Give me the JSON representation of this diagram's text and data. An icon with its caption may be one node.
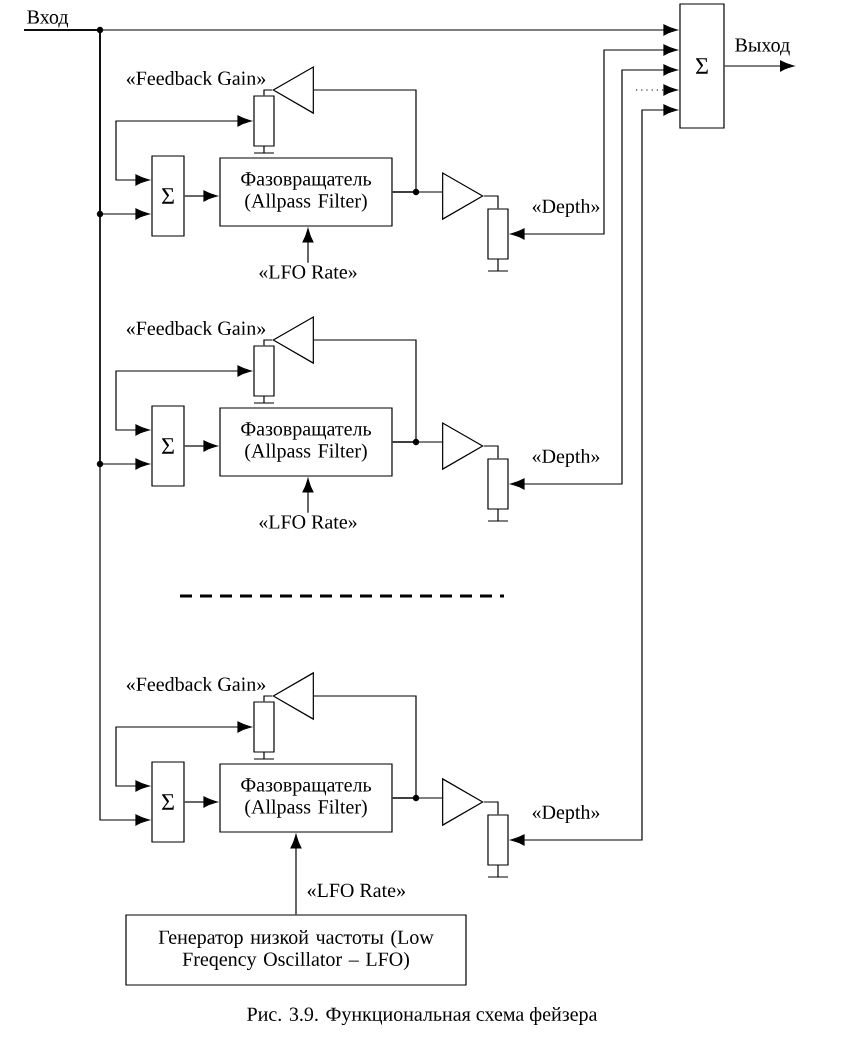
{
  "diagram": {
    "caption": "Рис. 3.9. Функциональная схема фейзера",
    "nodes": [
      {
        "text": [
          "Вход"
        ]
      },
      {
        "text": [
          "Σ"
        ]
      },
      {
        "text": [
          "Выход"
        ]
      },
      {
        "text": [],
        "shape": "triangle"
      },
      {
        "text": [],
        "shape": "box"
      },
      {
        "text": [
          "Σ"
        ]
      },
      {
        "text": [
          "Фазовращатель (Allpass Filter)"
        ]
      },
      {
        "text": [],
        "shape": "triangle"
      },
      {
        "text": [],
        "shape": "box"
      },
      {
        "text": [
          "«LFO Rate»"
        ]
      },
      {
        "text": [],
        "shape": "triangle"
      },
      {
        "text": [],
        "shape": "box"
      },
      {
        "text": [
          "Σ"
        ]
      },
      {
        "text": [
          "Фазовращатель (Allpass Filter)"
        ]
      },
      {
        "text": [],
        "shape": "triangle"
      },
      {
        "text": [],
        "shape": "box"
      },
      {
        "text": [
          "«LFO Rate»"
        ]
      },
      {
        "text": [],
        "shape": "triangle"
      },
      {
        "text": [],
        "shape": "box"
      },
      {
        "text": [
          "Σ"
        ]
      },
      {
        "text": [
          "Фазовращатель (Allpass Filter)"
        ]
      },
      {
        "text": [],
        "shape": "triangle"
      },
      {
        "text": [],
        "shape": "box"
      },
      {
        "text": [
          "Генератор низкой частоты (Low Freqency Oscillator – LFO)"
        ]
      }
    ],
    "edges": [
      {
        "from": 0,
        "to": 1,
        "arrow": "to"
      },
      {
        "from": 0,
        "to": 5,
        "arrow": "to"
      },
      {
        "from": 5,
        "to": 6,
        "arrow": "to"
      },
      {
        "from": 6,
        "to": 3,
        "arrow": "none"
      },
      {
        "from": 3,
        "to": 4,
        "arrow": "none"
      },
      {
        "from": 4,
        "to": 5,
        "arrow": "both"
      },
      {
        "from": 6,
        "to": 7,
        "arrow": "none"
      },
      {
        "from": 7,
        "to": 8,
        "arrow": "none"
      },
      {
        "from": 8,
        "to": 1,
        "arrow": "both"
      },
      {
        "from": 9,
        "to": 6,
        "arrow": "to"
      },
      {
        "from": 0,
        "to": 12,
        "arrow": "to"
      },
      {
        "from": 12,
        "to": 13,
        "arrow": "to"
      },
      {
        "from": 13,
        "to": 10,
        "arrow": "none"
      },
      {
        "from": 10,
        "to": 11,
        "arrow": "none"
      },
      {
        "from": 11,
        "to": 12,
        "arrow": "both"
      },
      {
        "from": 13,
        "to": 14,
        "arrow": "none"
      },
      {
        "from": 14,
        "to": 15,
        "arrow": "none"
      },
      {
        "from": 15,
        "to": 1,
        "arrow": "both"
      },
      {
        "from": 16,
        "to": 13,
        "arrow": "to"
      },
      {
        "from": 0,
        "to": 19,
        "arrow": "to"
      },
      {
        "from": 19,
        "to": 20,
        "arrow": "to"
      },
      {
        "from": 20,
        "to": 17,
        "arrow": "none"
      },
      {
        "from": 17,
        "to": 18,
        "arrow": "none"
      },
      {
        "from": 18,
        "to": 19,
        "arrow": "both"
      },
      {
        "from": 20,
        "to": 21,
        "arrow": "none"
      },
      {
        "from": 21,
        "to": 22,
        "arrow": "none"
      },
      {
        "from": 22,
        "to": 1,
        "arrow": "both"
      },
      {
        "from": 23,
        "to": 20,
        "arrow": "to",
        "label": "«LFO Rate»"
      },
      {
        "from": null,
        "to": 1,
        "arrow": "to",
        "style": "dashed"
      },
      {
        "from": 1,
        "to": 2,
        "arrow": "to"
      }
    ],
    "labels": [
      "«Feedback Gain»",
      "«Depth»",
      "«Feedback Gain»",
      "«Depth»",
      "«Feedback Gain»",
      "«Depth»"
    ]
  }
}
